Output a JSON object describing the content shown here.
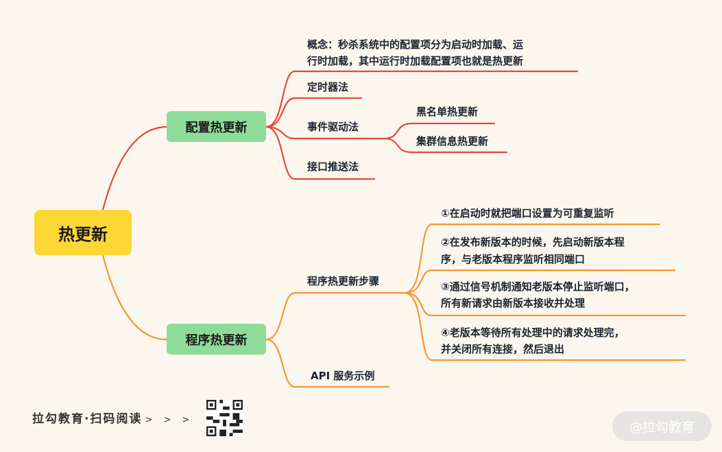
{
  "root": "热更新",
  "branches": [
    {
      "label": "配置热更新",
      "color": "#e8453c",
      "children": [
        {
          "lines": [
            "概念：秒杀系统中的配置项分为启动时加载、运",
            "行时加载，其中运行时加载配置项也就是热更新"
          ]
        },
        {
          "lines": [
            "定时器法"
          ]
        },
        {
          "lines": [
            "事件驱动法"
          ],
          "children": [
            "黑名单热更新",
            "集群信息热更新"
          ]
        },
        {
          "lines": [
            "接口推送法"
          ]
        }
      ]
    },
    {
      "label": "程序热更新",
      "color": "#f7962f",
      "children": [
        {
          "lines": [
            "程序热更新步骤"
          ],
          "children": [
            [
              "①在启动时就把端口设置为可重复监听"
            ],
            [
              "②在发布新版本的时候，先启动新版本程",
              "序，与老版本程序监听相同端口"
            ],
            [
              "③通过信号机制通知老版本停止监听端口，",
              "所有新请求由新版本接收并处理"
            ],
            [
              "④老版本等待所有处理中的请求处理完，",
              "并关闭所有连接，然后退出"
            ]
          ]
        },
        {
          "lines": [
            "API 服务示例"
          ]
        }
      ]
    }
  ],
  "footer": {
    "text": "拉勾教育·扫码阅读",
    "arrows": "> > >",
    "watermark": "@拉勾教育"
  }
}
